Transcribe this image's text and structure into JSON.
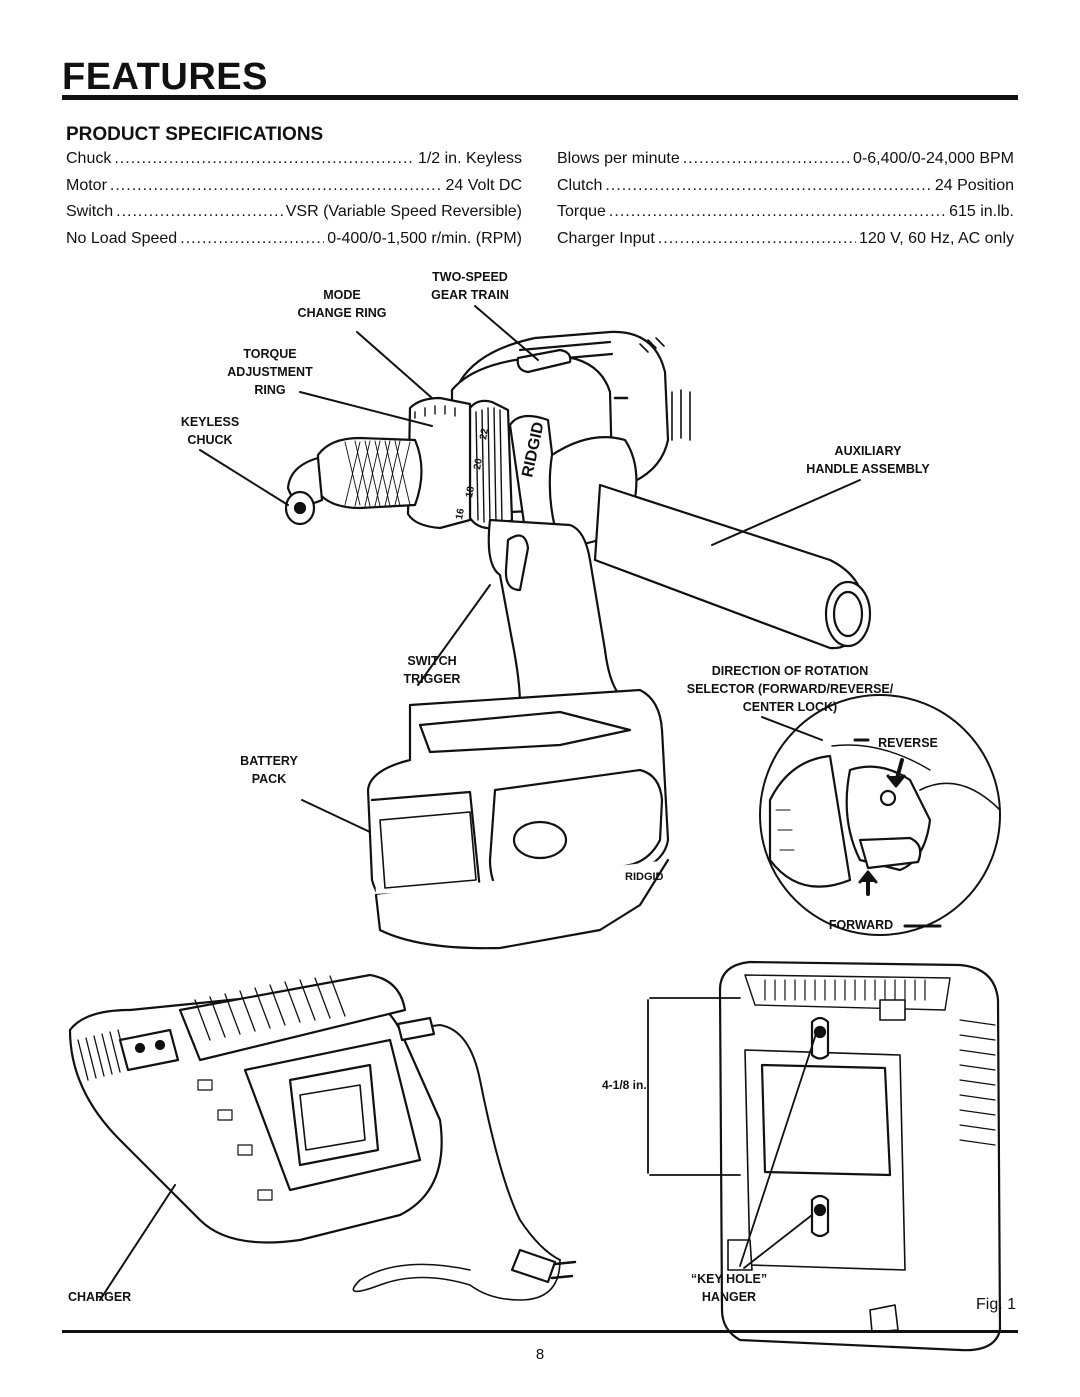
{
  "page": {
    "title": "FEATURES",
    "subtitle": "PRODUCT SPECIFICATIONS",
    "fig_label": "Fig. 1",
    "page_number": "8"
  },
  "specs_left": [
    {
      "label": "Chuck",
      "value": "1/2 in. Keyless"
    },
    {
      "label": "Motor",
      "value": "24 Volt DC"
    },
    {
      "label": "Switch",
      "value": "VSR (Variable Speed Reversible)"
    },
    {
      "label": "No Load Speed",
      "value": "0-400/0-1,500 r/min. (RPM)"
    }
  ],
  "specs_right": [
    {
      "label": "Blows per minute",
      "value": "0-6,400/0-24,000 BPM"
    },
    {
      "label": "Clutch",
      "value": "24 Position"
    },
    {
      "label": "Torque",
      "value": "615 in.lb."
    },
    {
      "label": "Charger Input",
      "value": "120 V, 60 Hz, AC only"
    }
  ],
  "callouts": {
    "two_speed": "TWO-SPEED\nGEAR TRAIN",
    "mode_ring": "MODE\nCHANGE RING",
    "torque_ring": "TORQUE\nADJUSTMENT\nRING",
    "keyless_chuck": "KEYLESS\nCHUCK",
    "aux_handle": "AUXILIARY\nHANDLE ASSEMBLY",
    "switch_trigger": "SWITCH\nTRIGGER",
    "direction": "DIRECTION OF ROTATION\nSELECTOR (FORWARD/REVERSE/\nCENTER LOCK)",
    "reverse": "REVERSE",
    "forward": "FORWARD",
    "battery": "BATTERY\nPACK",
    "dimension": "4-1/8 in.",
    "key_hole": "“KEY HOLE”\nHANGER",
    "charger": "CHARGER"
  },
  "brand": "RIDGID",
  "dial_numbers": [
    "16",
    "18",
    "20",
    "22"
  ]
}
